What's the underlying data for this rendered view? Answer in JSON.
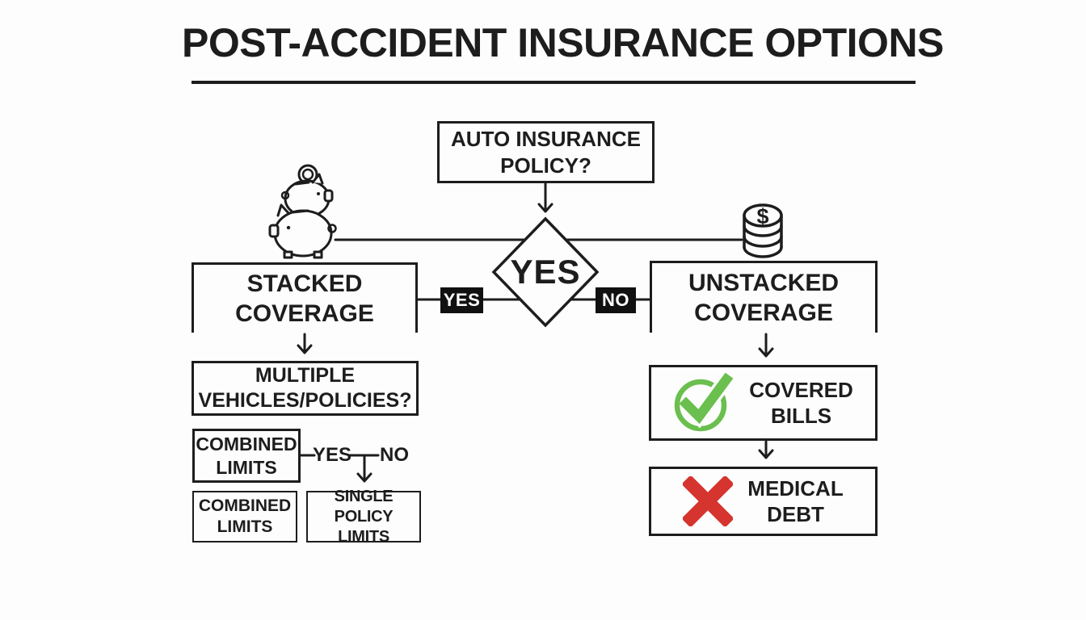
{
  "colors": {
    "ink": "#1d1d1d",
    "green": "#6abf4e",
    "red": "#d5342f",
    "background": "#fdfdfd",
    "label_bg": "#111111",
    "label_text": "#ffffff"
  },
  "title": {
    "text": "POST-ACCIDENT INSURANCE OPTIONS"
  },
  "flowchart": {
    "root": {
      "label": "AUTO INSURANCE\nPOLICY?"
    },
    "decision": {
      "label": "YES"
    },
    "branch_left": {
      "connector_label": "YES",
      "node": {
        "label": "STACKED\nCOVERAGE"
      },
      "question": {
        "label": "MULTIPLE\nVEHICLES/POLICIES?"
      },
      "answer": {
        "label": "COMBINED\nLIMITS",
        "connector_yes": "YES",
        "connector_no": "NO"
      },
      "outcome_yes": {
        "label": "COMBINED\nLIMITS"
      },
      "outcome_no": {
        "label": "SINGLE POLICY\nLIMITS"
      }
    },
    "branch_right": {
      "connector_label": "NO",
      "node": {
        "label": "UNSTACKED\nCOVERAGE"
      },
      "outcome_covered": {
        "label": "COVERED\nBILLS",
        "icon": "check-circle-icon"
      },
      "outcome_debt": {
        "label": "MEDICAL\nDEBT",
        "icon": "cross-icon"
      }
    },
    "icons": {
      "left_branch": "stacked-piggy-banks-icon",
      "right_branch": "coin-stack-icon",
      "dollar_sign": "$"
    }
  }
}
